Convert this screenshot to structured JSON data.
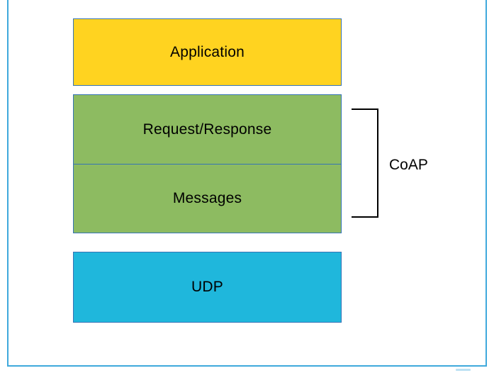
{
  "diagram": {
    "boxes": {
      "application": {
        "label": "Application",
        "fill": "#FFD320"
      },
      "request_response": {
        "label": "Request/Response",
        "fill": "#8DBB61"
      },
      "messages": {
        "label": "Messages",
        "fill": "#8DBB61"
      },
      "udp": {
        "label": "UDP",
        "fill": "#1FB7DC"
      }
    },
    "bracket": {
      "label": "CoAP",
      "color": "#000000"
    },
    "colors": {
      "box_border": "#3573B5",
      "frame_border": "#3FA9DC",
      "text": "#000000"
    }
  }
}
